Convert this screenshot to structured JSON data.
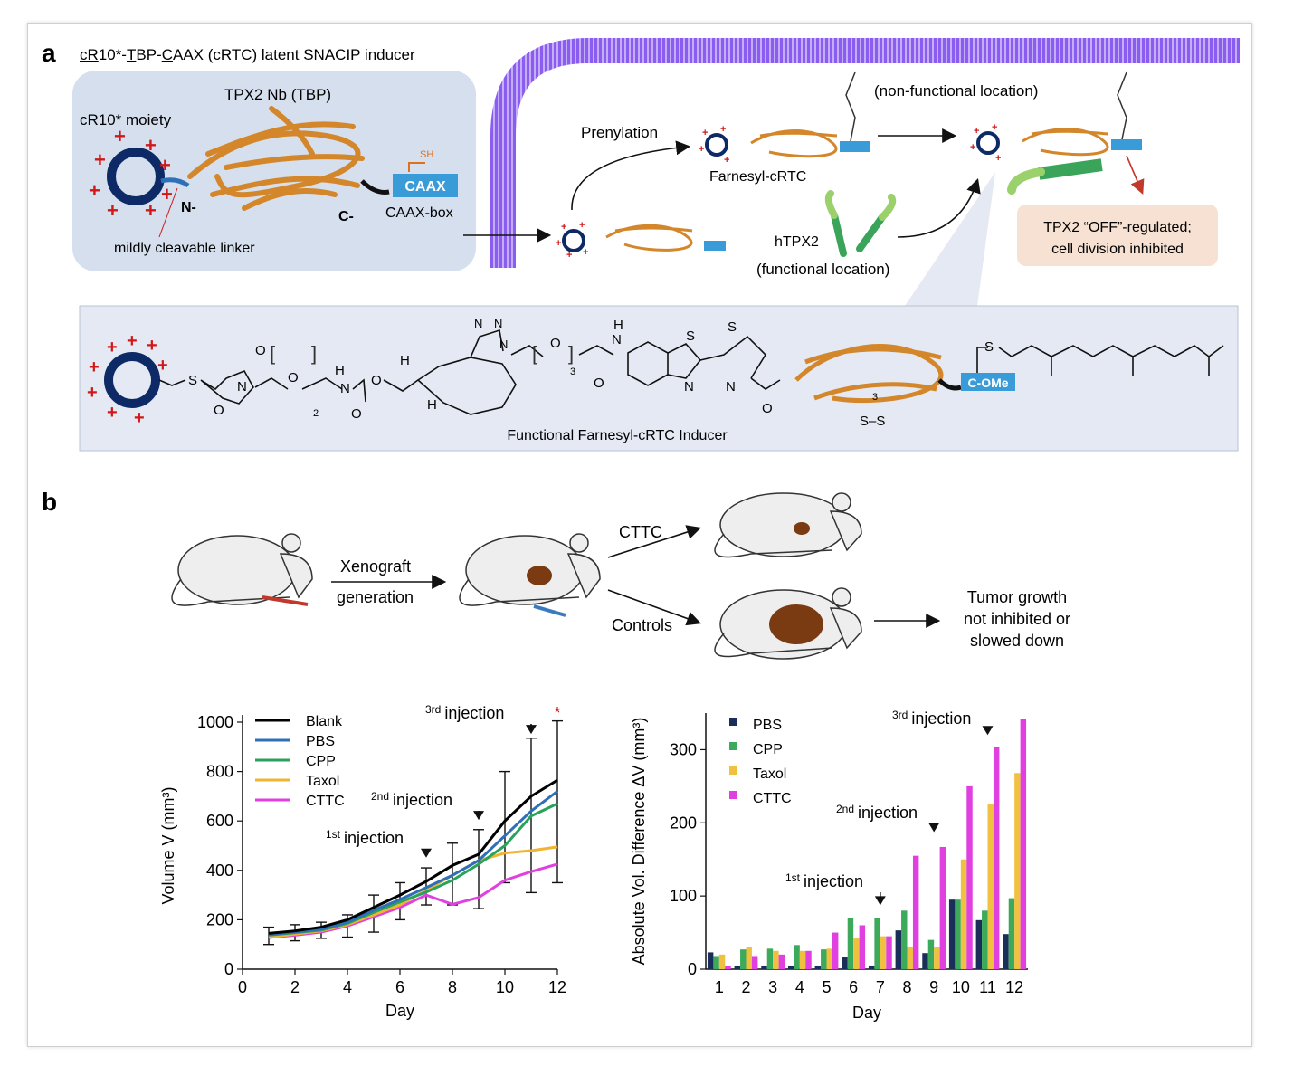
{
  "panel_a": {
    "letter": "a",
    "title_c": "c",
    "title_R": "R",
    "title_10": "10*-",
    "title_T": "T",
    "title_BP": "BP-",
    "title_C": "C",
    "title_rest": "AAX (cRTC) latent SNACIP inducer",
    "tpx2_nb": "TPX2 Nb (TBP)",
    "cr10_moiety": "cR10* moiety",
    "sh": "SH",
    "caax": "CAAX",
    "caax_box": "CAAX-box",
    "n_term": "N-",
    "c_term": "C-",
    "linker": "mildly cleavable linker",
    "prenylation": "Prenylation",
    "farnesyl_crtc": "Farnesyl-cRTC",
    "non_functional": "(non-functional location)",
    "htpx2": "hTPX2",
    "functional_location": "(functional location)",
    "off_line1": "TPX2 “OFF”-regulated;",
    "off_line2": "cell division inhibited",
    "c_ome": "C-OMe",
    "inducer_caption": "Functional Farnesyl-cRTC Inducer",
    "chem": {
      "o": "O",
      "n": "N",
      "s": "S",
      "h": "H",
      "nh": "H",
      "sub2": "2",
      "sub3": "3",
      "ss": "S–S"
    }
  },
  "panel_b": {
    "letter": "b",
    "xenograft": "Xenograft",
    "generation": "generation",
    "cttc": "CTTC",
    "controls": "Controls",
    "tumor_line1": "Tumor growth",
    "tumor_line2": "not inhibited or",
    "tumor_line3": "slowed down"
  },
  "chart_data": [
    {
      "type": "line",
      "xlabel": "Day",
      "ylabel": "Volume V (mm³)",
      "xlim": [
        0,
        12
      ],
      "ylim": [
        0,
        1000
      ],
      "xticks": [
        0,
        2,
        4,
        6,
        8,
        10,
        12
      ],
      "yticks": [
        0,
        200,
        400,
        600,
        800,
        1000
      ],
      "legend_position": "top-left",
      "x": [
        1,
        2,
        3,
        4,
        5,
        6,
        7,
        8,
        9,
        10,
        11,
        12
      ],
      "series": [
        {
          "name": "Blank",
          "color": "#000000",
          "values": [
            145,
            155,
            170,
            200,
            250,
            300,
            355,
            420,
            465,
            600,
            700,
            765
          ]
        },
        {
          "name": "PBS",
          "color": "#2e6fb7",
          "values": [
            140,
            150,
            162,
            190,
            238,
            282,
            330,
            380,
            440,
            540,
            640,
            720
          ]
        },
        {
          "name": "CPP",
          "color": "#2aa35a",
          "values": [
            138,
            148,
            158,
            185,
            230,
            272,
            312,
            360,
            425,
            500,
            620,
            670
          ]
        },
        {
          "name": "Taxol",
          "color": "#f0b432",
          "values": [
            130,
            142,
            155,
            180,
            220,
            260,
            320,
            380,
            440,
            470,
            480,
            495
          ]
        },
        {
          "name": "CTTC",
          "color": "#e040e0",
          "values": [
            128,
            138,
            150,
            175,
            212,
            250,
            300,
            262,
            290,
            360,
            395,
            425
          ]
        }
      ],
      "error_bars": {
        "x": [
          1,
          2,
          3,
          4,
          5,
          6,
          7,
          8,
          9,
          10,
          11,
          12
        ],
        "low": [
          100,
          115,
          125,
          130,
          150,
          200,
          260,
          260,
          245,
          350,
          310,
          350
        ],
        "high": [
          170,
          180,
          190,
          220,
          300,
          350,
          410,
          510,
          565,
          800,
          935,
          1005
        ]
      },
      "annotations": [
        {
          "sup": "1st",
          "text": "injection",
          "x": 7
        },
        {
          "sup": "2nd",
          "text": "injection",
          "x": 9
        },
        {
          "sup": "3rd",
          "text": "injection",
          "x": 11
        }
      ],
      "significance": "*"
    },
    {
      "type": "bar",
      "xlabel": "Day",
      "ylabel": "Absolute Vol. Difference ΔV (mm³)",
      "ylim": [
        0,
        350
      ],
      "yticks": [
        0,
        100,
        200,
        300
      ],
      "legend_position": "top-left",
      "categories": [
        "1",
        "2",
        "3",
        "4",
        "5",
        "6",
        "7",
        "8",
        "9",
        "10",
        "11",
        "12"
      ],
      "series": [
        {
          "name": "PBS",
          "color": "#1a2e5a",
          "values": [
            23,
            5,
            5,
            5,
            5,
            17,
            5,
            53,
            22,
            95,
            67,
            48
          ]
        },
        {
          "name": "CPP",
          "color": "#3caa5a",
          "values": [
            18,
            27,
            28,
            33,
            27,
            70,
            70,
            80,
            40,
            95,
            80,
            97
          ]
        },
        {
          "name": "Taxol",
          "color": "#f0c040",
          "values": [
            20,
            30,
            25,
            25,
            28,
            42,
            45,
            30,
            30,
            150,
            225,
            268
          ]
        },
        {
          "name": "CTTC",
          "color": "#e040e0",
          "values": [
            5,
            18,
            20,
            25,
            50,
            60,
            45,
            155,
            167,
            250,
            303,
            342
          ]
        }
      ],
      "annotations": [
        {
          "sup": "1st",
          "text": "injection",
          "x": "7"
        },
        {
          "sup": "2nd",
          "text": "injection",
          "x": "9"
        },
        {
          "sup": "3rd",
          "text": "injection",
          "x": "11"
        }
      ]
    }
  ]
}
